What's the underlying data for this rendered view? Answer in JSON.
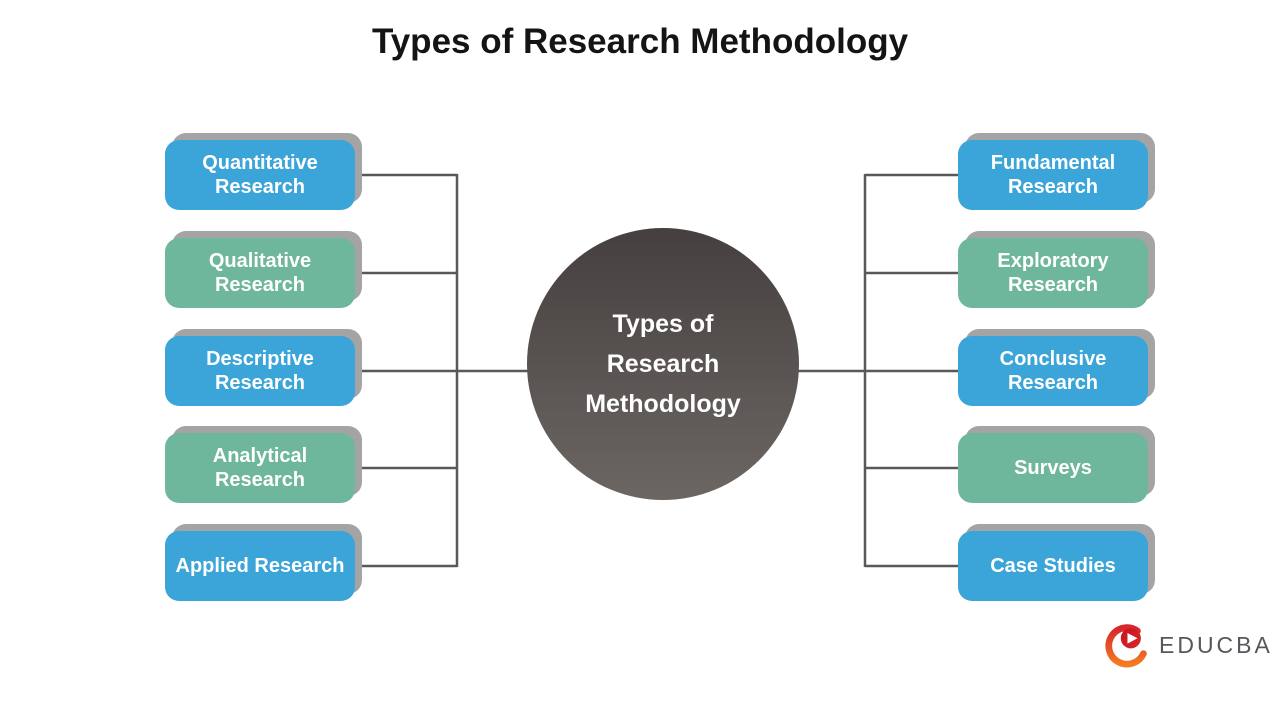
{
  "title": "Types of Research Methodology",
  "center": {
    "label_lines": [
      "Types of",
      "Research",
      "Methodology"
    ]
  },
  "left_column": [
    {
      "label": "Quantitative Research",
      "variant": "blue"
    },
    {
      "label": "Qualitative Research",
      "variant": "green"
    },
    {
      "label": "Descriptive Research",
      "variant": "blue"
    },
    {
      "label": "Analytical Research",
      "variant": "green"
    },
    {
      "label": "Applied Research",
      "variant": "blue"
    }
  ],
  "right_column": [
    {
      "label": "Fundamental Research",
      "variant": "blue"
    },
    {
      "label": "Exploratory Research",
      "variant": "green"
    },
    {
      "label": "Conclusive Research",
      "variant": "blue"
    },
    {
      "label": "Surveys",
      "variant": "green"
    },
    {
      "label": "Case Studies",
      "variant": "blue"
    }
  ],
  "logo": {
    "brand": "EDUCBA",
    "icon": "educba-play-icon"
  },
  "palette": {
    "box_blue": "#3BA4D8",
    "box_green": "#6FB79C",
    "box_shadow": "#A4A4A4",
    "box_text": "#FFFFFF",
    "connector": "#595959",
    "circle_top": "#453F3F",
    "circle_bottom": "#6C6663",
    "title_text": "#141414",
    "logo_text": "#54575B",
    "logo_red": "#D9252E",
    "logo_pink": "#C4161C",
    "logo_orange": "#F47B20"
  }
}
